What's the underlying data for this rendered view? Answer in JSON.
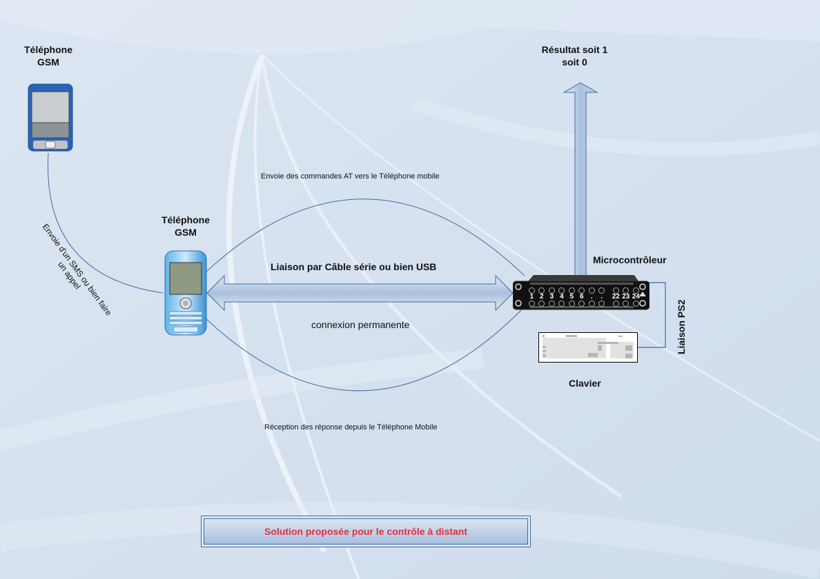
{
  "diagram": {
    "title": "Solution proposée pour le contrôle à distant",
    "nodes": {
      "remote_phone": {
        "label_line1": "Téléphone",
        "label_line2": "GSM",
        "icon": "pda-phone-icon"
      },
      "local_phone": {
        "label_line1": "Téléphone",
        "label_line2": "GSM",
        "icon": "mobile-phone-icon"
      },
      "microcontroller": {
        "label": "Microcontrôleur",
        "icon": "patch-panel-icon",
        "port_labels": [
          "1",
          "2",
          "3",
          "4",
          "5",
          "6",
          ".",
          ".",
          "22",
          "23",
          "24"
        ]
      },
      "keyboard": {
        "label": "Clavier",
        "icon": "keyboard-icon"
      },
      "result": {
        "label_line1": "Résultat soit 1",
        "label_line2": "soit 0"
      }
    },
    "links": {
      "sms_call": {
        "label_line1": "Envoie d'un SMS ou bien faire",
        "label_line2": "un appel"
      },
      "serial_usb": {
        "label": "Liaison par Câble série ou bien USB",
        "sublabel": "connexion permanente"
      },
      "at_commands": {
        "label": "Envoie des commandes AT vers le Téléphone mobile"
      },
      "responses": {
        "label": "Réception des réponse depuis le Téléphone Mobile"
      },
      "ps2": {
        "label": "Liaison PS2"
      }
    },
    "colors": {
      "title_text": "#e03040",
      "arrow_fill": "#b7cbe4",
      "line": "#3e6aa0",
      "background": "#d6e2f0"
    }
  }
}
